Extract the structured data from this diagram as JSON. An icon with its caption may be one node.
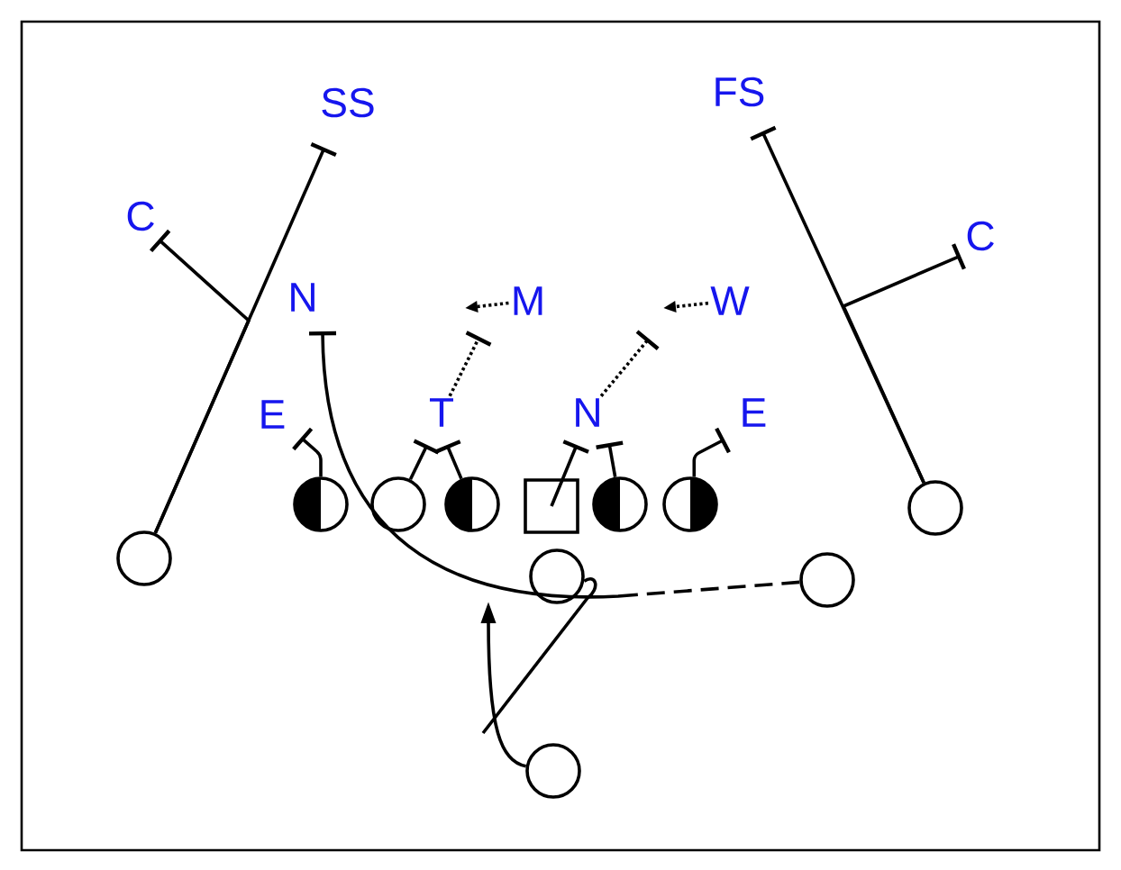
{
  "diagram": {
    "nodes": [
      {
        "text": [
          "SS"
        ]
      },
      {
        "text": [
          "FS"
        ]
      },
      {
        "text": [
          "C"
        ]
      },
      {
        "text": [
          "C"
        ]
      },
      {
        "text": [
          "N"
        ]
      },
      {
        "text": [
          "M"
        ]
      },
      {
        "text": [
          "W"
        ]
      },
      {
        "text": [
          "E"
        ]
      },
      {
        "text": [
          "T"
        ]
      },
      {
        "text": [
          "N"
        ]
      },
      {
        "text": [
          "E"
        ]
      },
      {
        "text": [],
        "shape": "circle"
      },
      {
        "text": [],
        "shape": "circle"
      },
      {
        "text": [],
        "shape": "circle"
      },
      {
        "text": [],
        "shape": "circle"
      },
      {
        "text": [],
        "shape": "box"
      },
      {
        "text": [],
        "shape": "circle"
      },
      {
        "text": [],
        "shape": "circle"
      },
      {
        "text": [],
        "shape": "circle"
      },
      {
        "text": [],
        "shape": "circle"
      },
      {
        "text": [],
        "shape": "circle"
      },
      {
        "text": [],
        "shape": "circle"
      }
    ],
    "edges": [
      {
        "from": 11,
        "to": 0,
        "arrow": "other"
      },
      {
        "from": 11,
        "to": 2,
        "arrow": "other"
      },
      {
        "from": 18,
        "to": 1,
        "arrow": "other"
      },
      {
        "from": 18,
        "to": 3,
        "arrow": "other"
      },
      {
        "from": 12,
        "to": 7,
        "arrow": "other"
      },
      {
        "from": 13,
        "to": 8,
        "arrow": "other"
      },
      {
        "from": 14,
        "to": 8,
        "arrow": "other"
      },
      {
        "from": 15,
        "to": 9,
        "arrow": "other"
      },
      {
        "from": 16,
        "to": 9,
        "arrow": "other"
      },
      {
        "from": 17,
        "to": 10,
        "arrow": "other"
      },
      {
        "from": 8,
        "to": 5,
        "arrow": "other",
        "style": "dashed"
      },
      {
        "from": 9,
        "to": 6,
        "arrow": "other",
        "style": "dashed"
      },
      {
        "from": 5,
        "to": null,
        "arrow": "to",
        "style": "dashed"
      },
      {
        "from": 6,
        "to": null,
        "arrow": "to",
        "style": "dashed"
      },
      {
        "from": 20,
        "to": 4,
        "arrow": "other",
        "style": "dashed"
      },
      {
        "from": 19,
        "to": null,
        "arrow": "none"
      },
      {
        "from": 21,
        "to": null,
        "arrow": "to"
      }
    ]
  }
}
